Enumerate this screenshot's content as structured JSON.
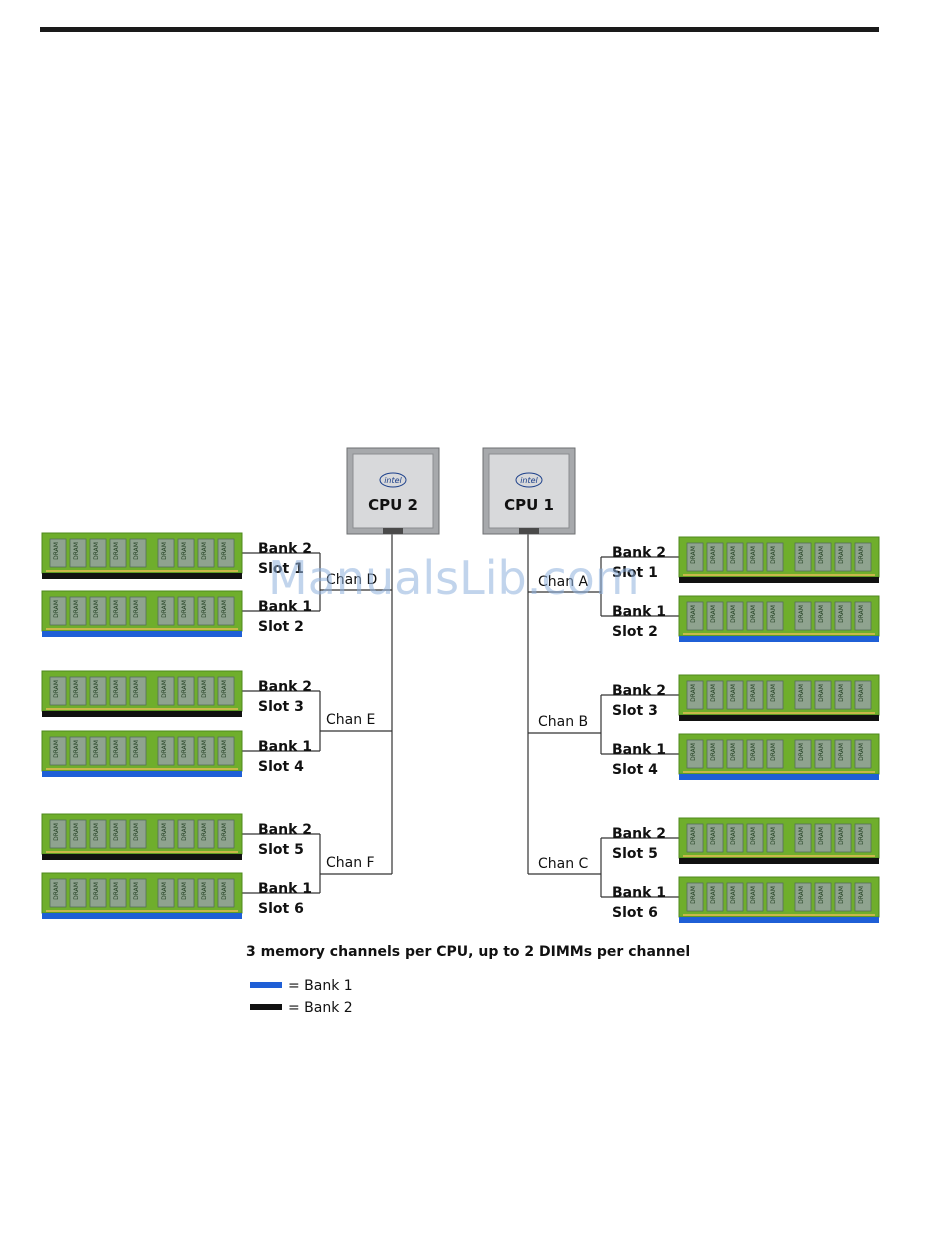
{
  "cpus": [
    {
      "label": "CPU 2",
      "logo": "intel"
    },
    {
      "label": "CPU 1",
      "logo": "intel"
    }
  ],
  "left_modules": [
    {
      "bank": "Bank 2",
      "slot": "Slot 1",
      "stripe": "black",
      "chan": "Chan D"
    },
    {
      "bank": "Bank 1",
      "slot": "Slot 2",
      "stripe": "blue"
    },
    {
      "bank": "Bank 2",
      "slot": "Slot 3",
      "stripe": "black",
      "chan": "Chan E"
    },
    {
      "bank": "Bank 1",
      "slot": "Slot 4",
      "stripe": "blue"
    },
    {
      "bank": "Bank 2",
      "slot": "Slot 5",
      "stripe": "black",
      "chan": "Chan F"
    },
    {
      "bank": "Bank 1",
      "slot": "Slot 6",
      "stripe": "blue"
    }
  ],
  "right_modules": [
    {
      "bank": "Bank 2",
      "slot": "Slot 1",
      "stripe": "black",
      "chan": "Chan A"
    },
    {
      "bank": "Bank 1",
      "slot": "Slot 2",
      "stripe": "blue"
    },
    {
      "bank": "Bank 2",
      "slot": "Slot 3",
      "stripe": "black",
      "chan": "Chan B"
    },
    {
      "bank": "Bank 1",
      "slot": "Slot 4",
      "stripe": "blue"
    },
    {
      "bank": "Bank 2",
      "slot": "Slot 5",
      "stripe": "black",
      "chan": "Chan C"
    },
    {
      "bank": "Bank 1",
      "slot": "Slot 6",
      "stripe": "blue"
    }
  ],
  "chip_label": "DRAM",
  "caption": "3 memory channels per CPU, up to 2 DIMMs per channel",
  "legend": [
    {
      "label": "= Bank 1",
      "color": "#1f5fd6"
    },
    {
      "label": "= Bank 2",
      "color": "#111111"
    }
  ],
  "watermark": "ManualsLib.com",
  "colors": {
    "pcb": "#6fae2c",
    "pcb_dark": "#4f8a1c",
    "chip": "#8fa38f",
    "blue": "#1f5fd6",
    "black": "#111111"
  }
}
